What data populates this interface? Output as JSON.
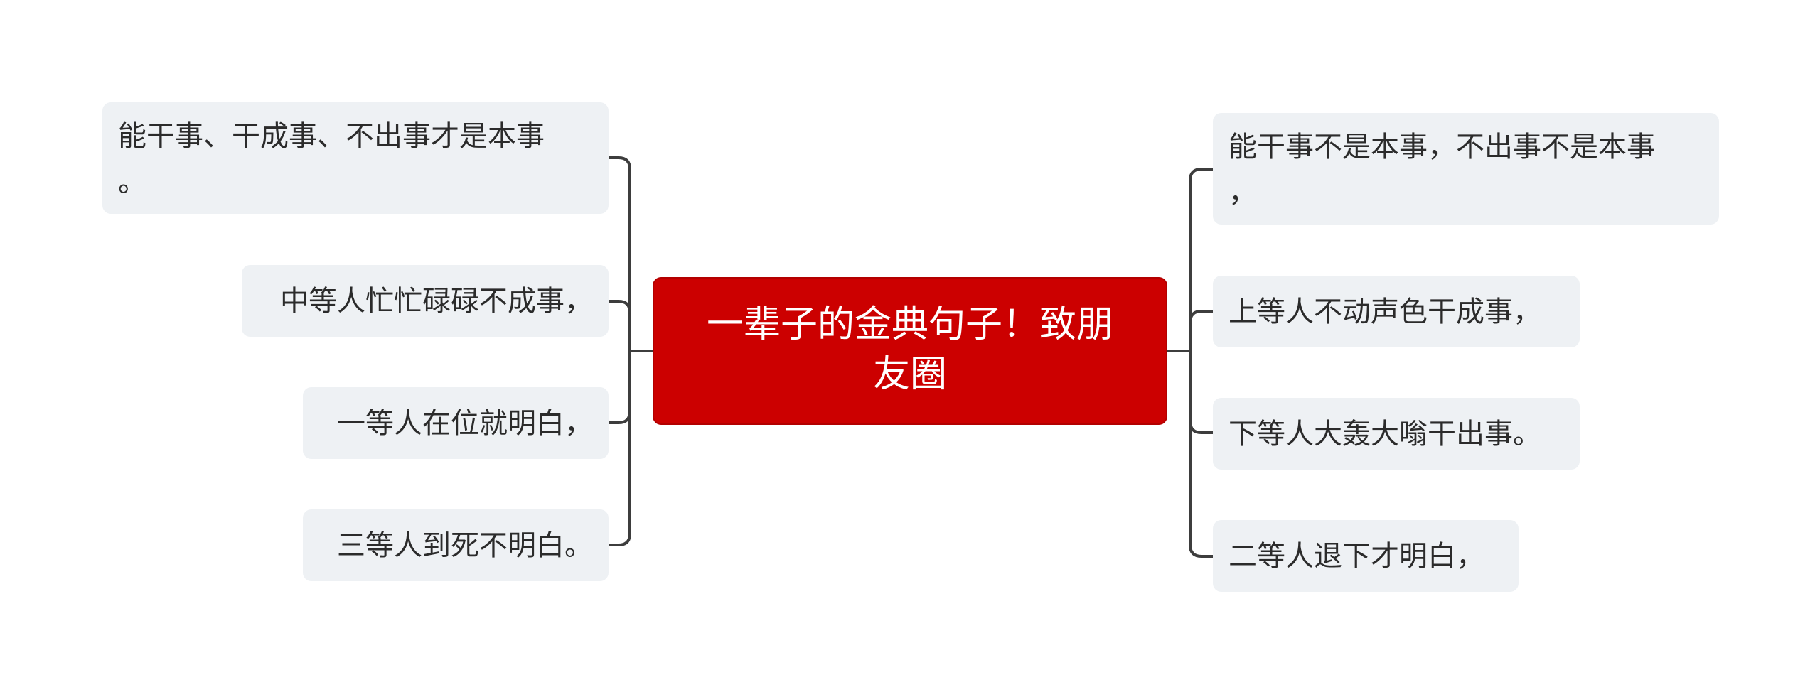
{
  "root": {
    "title_line1": "一辈子的金典句子！致朋",
    "title_line2": "友圈"
  },
  "left_branches": [
    {
      "line1": "能干事、干成事、不出事才是本事",
      "line2": "。"
    },
    {
      "text": "中等人忙忙碌碌不成事，"
    },
    {
      "text": "一等人在位就明白，"
    },
    {
      "text": "三等人到死不明白。"
    }
  ],
  "right_branches": [
    {
      "line1": "能干事不是本事，不出事不是本事",
      "line2": "，"
    },
    {
      "text": "上等人不动声色干成事，"
    },
    {
      "text": "下等人大轰大嗡干出事。"
    },
    {
      "text": "二等人退下才明白，"
    }
  ],
  "colors": {
    "root_fill": "#cc0000",
    "node_fill": "#eef1f4",
    "connector": "#3d3d3d"
  }
}
